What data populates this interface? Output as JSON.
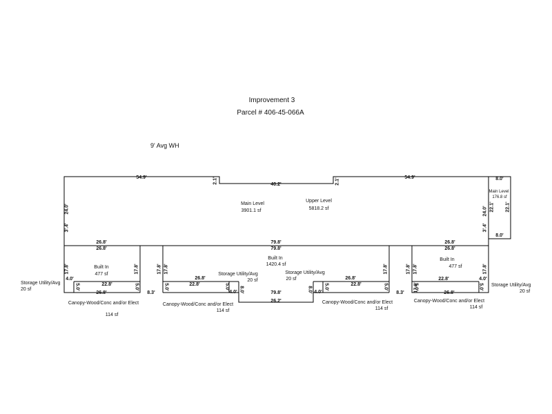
{
  "header": {
    "title": "Improvement 3",
    "parcel": "Parcel # 406-45-066A",
    "wall_height": "9' Avg WH"
  },
  "areas": {
    "main_level": {
      "name": "Main Level",
      "sf": "3901.1 sf"
    },
    "upper_level": {
      "name": "Upper Level",
      "sf": "5818.2 sf"
    },
    "main_level_small": {
      "name": "Main Level",
      "sf": "176.8 sf"
    },
    "built_in_left": {
      "name": "Built In",
      "sf": "477 sf"
    },
    "built_in_center": {
      "name": "Built In",
      "sf": "1420.4 sf"
    },
    "built_in_right": {
      "name": "Built In",
      "sf": "477 sf"
    },
    "storage_far_left": {
      "name": "Storage Utility/Avg",
      "sf": "20 sf"
    },
    "storage_center_left": {
      "name": "Storage Utility/Avg",
      "sf": "20 sf"
    },
    "storage_center_right": {
      "name": "Storage Utility/Avg",
      "sf": "20 sf"
    },
    "storage_far_right": {
      "name": "Storage Utility/Avg",
      "sf": "20 sf"
    },
    "canopy_1": {
      "name": "Canopy-Wood/Conc and/or Elect",
      "sf": "114 sf"
    },
    "canopy_2": {
      "name": "Canopy-Wood/Conc and/or Elect",
      "sf": "114 sf"
    },
    "canopy_3": {
      "name": "Canopy-Wood/Conc and/or Elect",
      "sf": "114 sf"
    },
    "canopy_4": {
      "name": "Canopy-Wood/Conc and/or Elect",
      "sf": "114 sf"
    }
  },
  "dims": {
    "top_left": "54.9'",
    "top_mid": "40.2'",
    "top_right": "54.9'",
    "step_left": "2.1'",
    "step_right": "2.1'",
    "left_side_upper": "24.0'",
    "left_side_lower": "3'.4'",
    "right_side_upper": "24.0'",
    "right_side_lower": "3'.4'",
    "small_top": "8.0'",
    "small_bottom": "8.0'",
    "small_left": "22.1'",
    "small_right": "22.1'",
    "left_built_top": "26.8'",
    "left_built_top2": "26.8'",
    "center_built_top": "79.8'",
    "center_built_top2": "79.8'",
    "right_built_top": "26.8'",
    "right_built_top2": "26.8'",
    "left_built_l": "17.8'",
    "left_built_r": "17.8'",
    "center_built_l": "17.8'",
    "center_built_l2": "17.8'",
    "center_built_r": "17.8'",
    "center_built_r2": "17.8'",
    "right_built_l": "17.8'",
    "right_built_l2": "17.8'",
    "right_built_r": "17.8'",
    "gap_left": "8.3'",
    "gap_right": "8.3'",
    "four_ll": "4.0'",
    "four_cl": "4.0'",
    "four_cr": "4.0'",
    "four_rr": "4.0'",
    "five_a": "5.0'",
    "five_b": "5.0'",
    "five_c": "5.0'",
    "five_d": "5.0'",
    "five_e": "5.0'",
    "five_f": "5.0'",
    "five_g": "5.0'",
    "five_h": "5.0'",
    "canopy_inner_1": "22.8'",
    "canopy_inner_2": "22.8'",
    "canopy_inner_3": "22.8'",
    "canopy_inner_4": "22.8'",
    "canopy_outer_1": "26.8'",
    "canopy_outer_2": "26.8'",
    "canopy_outer_3": "26.8'",
    "canopy_outer_4": "26.8'",
    "center_low_top": "79.8'",
    "center_low_bottom": "26.2'",
    "center_low_l": "8.0'",
    "center_low_r": "8.0'"
  }
}
